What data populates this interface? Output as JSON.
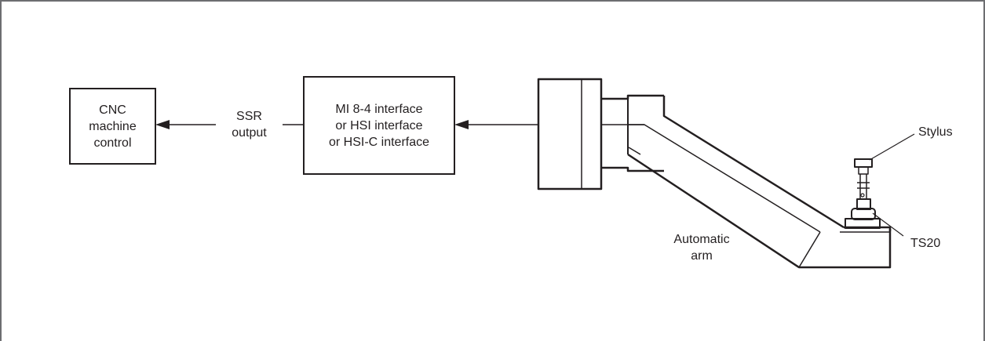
{
  "cnc_box": {
    "lines": [
      "CNC",
      "machine",
      "control"
    ]
  },
  "ssr_label": {
    "lines": [
      "SSR",
      "output"
    ]
  },
  "interface_box": {
    "lines": [
      "MI 8-4 interface",
      "or HSI interface",
      "or HSI-C interface"
    ]
  },
  "labels": {
    "stylus": "Stylus",
    "ts20": "TS20",
    "arm": [
      "Automatic",
      "arm"
    ]
  },
  "colors": {
    "stroke": "#231f20",
    "border": "#6d6e71"
  }
}
